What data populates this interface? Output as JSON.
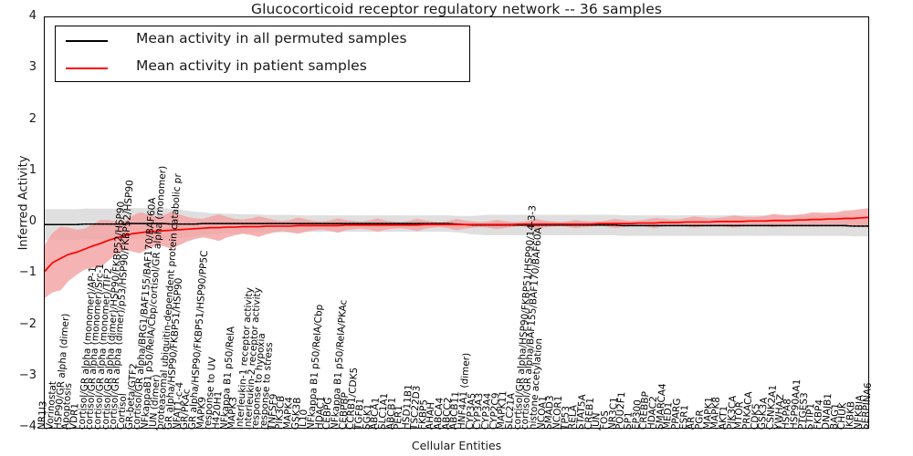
{
  "chart_data": {
    "type": "line",
    "title": "Glucocorticoid receptor regulatory network -- 36 samples",
    "xlabel": "Cellular Entities",
    "ylabel": "Inferred Activity",
    "ylim": [
      -4,
      4
    ],
    "yticks": [
      4,
      3,
      2,
      1,
      0,
      -1,
      -2,
      -3,
      -4
    ],
    "grid": false,
    "legend_position": "upper left",
    "legend": [
      {
        "label": "Mean activity in all permuted samples",
        "color": "#000000"
      },
      {
        "label": "Mean activity in patient samples",
        "color": "#ff0000"
      }
    ],
    "bands": [
      {
        "name": "permuted std band",
        "color": "#d9d9d9",
        "opacity": 0.85
      },
      {
        "name": "patient std band",
        "color": "#f4a0a0",
        "opacity": 0.8
      }
    ],
    "series": [
      {
        "name": "Mean activity in all permuted samples",
        "color": "#000000",
        "style": "solid-with-dots",
        "values": [
          -0.04,
          -0.04,
          -0.04,
          -0.04,
          -0.04,
          -0.03,
          -0.03,
          -0.03,
          -0.03,
          -0.03,
          -0.03,
          -0.02,
          -0.02,
          -0.02,
          -0.02,
          -0.02,
          -0.03,
          -0.03,
          -0.03,
          -0.03,
          -0.02,
          -0.02,
          -0.02,
          -0.02,
          -0.02,
          -0.02,
          -0.02,
          -0.02,
          -0.02,
          -0.02,
          -0.02,
          -0.02,
          -0.02,
          -0.02,
          -0.02,
          -0.02,
          -0.02,
          -0.02,
          -0.02,
          -0.02,
          -0.02,
          -0.02,
          -0.02,
          -0.02,
          -0.02,
          -0.02,
          -0.02,
          -0.02,
          -0.02,
          -0.02,
          -0.02,
          -0.02,
          -0.03,
          -0.04,
          -0.05,
          -0.05,
          -0.05,
          -0.05,
          -0.05,
          -0.05,
          -0.05,
          -0.05,
          -0.05,
          -0.05,
          -0.05,
          -0.05,
          -0.05,
          -0.05,
          -0.05,
          -0.05,
          -0.05,
          -0.05,
          -0.05,
          -0.06,
          -0.06,
          -0.06,
          -0.06,
          -0.06,
          -0.06,
          -0.06,
          -0.06,
          -0.06,
          -0.06,
          -0.06,
          -0.06,
          -0.06,
          -0.06,
          -0.06,
          -0.06,
          -0.06,
          -0.06,
          -0.06,
          -0.06,
          -0.06,
          -0.06,
          -0.06,
          -0.06,
          -0.06,
          -0.06,
          -0.06,
          -0.06,
          -0.06,
          -0.07,
          -0.07,
          -0.07
        ],
        "band_halfwidth": [
          0.3,
          0.3,
          0.3,
          0.3,
          0.3,
          0.3,
          0.3,
          0.3,
          0.3,
          0.3,
          0.3,
          0.3,
          0.3,
          0.3,
          0.3,
          0.3,
          0.3,
          0.28,
          0.26,
          0.24,
          0.22,
          0.2,
          0.2,
          0.19,
          0.19,
          0.18,
          0.18,
          0.18,
          0.17,
          0.17,
          0.17,
          0.17,
          0.16,
          0.16,
          0.16,
          0.16,
          0.16,
          0.16,
          0.16,
          0.16,
          0.16,
          0.16,
          0.16,
          0.16,
          0.16,
          0.16,
          0.16,
          0.16,
          0.16,
          0.16,
          0.16,
          0.16,
          0.16,
          0.17,
          0.18,
          0.19,
          0.2,
          0.2,
          0.2,
          0.2,
          0.2,
          0.2,
          0.2,
          0.2,
          0.2,
          0.2,
          0.2,
          0.2,
          0.2,
          0.2,
          0.2,
          0.2,
          0.2,
          0.2,
          0.2,
          0.2,
          0.2,
          0.2,
          0.2,
          0.2,
          0.2,
          0.2,
          0.2,
          0.2,
          0.2,
          0.2,
          0.2,
          0.2,
          0.2,
          0.2,
          0.2,
          0.2,
          0.2,
          0.2,
          0.2,
          0.2,
          0.2,
          0.2,
          0.2,
          0.2,
          0.2,
          0.2,
          0.2,
          0.2,
          0.2
        ]
      },
      {
        "name": "Mean activity in patient samples",
        "color": "#ff0000",
        "style": "solid",
        "values": [
          -0.95,
          -0.78,
          -0.7,
          -0.62,
          -0.58,
          -0.52,
          -0.46,
          -0.41,
          -0.35,
          -0.3,
          -0.26,
          -0.22,
          -0.2,
          -0.18,
          -0.17,
          -0.16,
          -0.15,
          -0.14,
          -0.13,
          -0.12,
          -0.11,
          -0.1,
          -0.1,
          -0.09,
          -0.09,
          -0.08,
          -0.08,
          -0.08,
          -0.07,
          -0.07,
          -0.07,
          -0.07,
          -0.06,
          -0.06,
          -0.06,
          -0.06,
          -0.06,
          -0.06,
          -0.05,
          -0.05,
          -0.05,
          -0.05,
          -0.05,
          -0.05,
          -0.05,
          -0.05,
          -0.05,
          -0.05,
          -0.04,
          -0.04,
          -0.04,
          -0.04,
          -0.04,
          -0.04,
          -0.04,
          -0.04,
          -0.04,
          -0.04,
          -0.04,
          -0.04,
          -0.03,
          -0.03,
          -0.03,
          -0.03,
          -0.03,
          -0.03,
          -0.03,
          -0.03,
          -0.03,
          -0.03,
          -0.02,
          -0.02,
          -0.02,
          -0.02,
          -0.02,
          -0.01,
          -0.01,
          -0.01,
          0.0,
          0.0,
          0.0,
          0.01,
          0.01,
          0.01,
          0.01,
          0.02,
          0.02,
          0.02,
          0.02,
          0.03,
          0.03,
          0.03,
          0.04,
          0.04,
          0.04,
          0.05,
          0.05,
          0.06,
          0.06,
          0.07,
          0.07,
          0.08,
          0.08,
          0.09,
          0.1
        ],
        "band_halfwidth": [
          0.52,
          0.58,
          0.62,
          0.52,
          0.44,
          0.4,
          0.42,
          0.46,
          0.4,
          0.32,
          0.28,
          0.34,
          0.4,
          0.34,
          0.28,
          0.3,
          0.36,
          0.3,
          0.24,
          0.2,
          0.18,
          0.22,
          0.26,
          0.2,
          0.16,
          0.14,
          0.16,
          0.2,
          0.16,
          0.12,
          0.1,
          0.12,
          0.16,
          0.12,
          0.09,
          0.08,
          0.1,
          0.14,
          0.1,
          0.08,
          0.07,
          0.09,
          0.13,
          0.09,
          0.07,
          0.06,
          0.08,
          0.12,
          0.08,
          0.06,
          0.05,
          0.07,
          0.11,
          0.08,
          0.06,
          0.05,
          0.06,
          0.09,
          0.07,
          0.05,
          0.04,
          0.06,
          0.1,
          0.07,
          0.05,
          0.04,
          0.05,
          0.08,
          0.06,
          0.05,
          0.04,
          0.06,
          0.09,
          0.07,
          0.05,
          0.05,
          0.07,
          0.1,
          0.08,
          0.06,
          0.06,
          0.08,
          0.11,
          0.09,
          0.07,
          0.07,
          0.09,
          0.12,
          0.1,
          0.08,
          0.08,
          0.1,
          0.13,
          0.11,
          0.1,
          0.1,
          0.12,
          0.14,
          0.13,
          0.12,
          0.13,
          0.15,
          0.16,
          0.17,
          0.18
        ]
      }
    ],
    "categories": [
      "NR1I3",
      "Vorinostat",
      "HSP90/GR alpha (dimer)",
      "Apoptosis",
      "VDR1",
      "cortisol/GR alpha (monomer)/AP-1",
      "cortisol/GR alpha (monomer)/Src-1",
      "cortisol/GR alpha (monomer)/TIF2",
      "cortisol/GR alpha (dimer)/HSP90/FKBP52/HSP90",
      "cortisol/GR alpha (dimer)/p53/HSP90/FKBP52/HSP90",
      "Cortisol",
      "GR-beta/GTF2",
      "cortisol/GR alpha/BRG1/BAF155/BAF170/BAF60A",
      "NFkappaB1 p50/RelA/Cbp/cortisol/GR alpha (monomer)",
      "JUN (dimer)",
      "proteasomal ubiquitin-dependent protein catabolic pr",
      "GR alpha/HSP90/FKBP51/HSP90",
      "NFAT1-c-4",
      "GR/PKAc",
      "GR alpha/HSP90/FKBP51/HSP90/PP5C",
      "MAPK9",
      "response to UV",
      "H420H1",
      "NFkappa B1 p50/RelA",
      "MAPK3",
      "interleukin-1 receptor activity",
      "interleukin-2 receptor activity",
      "response to hypoxia",
      "response to stress",
      "TNFSF9",
      "PIK3CB",
      "MAPK4",
      "GSK3B",
      "IL10",
      "NFkappa B1 p50/RelA/Cbp",
      "HDAC1",
      "CEBPG",
      "NFkappa B1 p50/RelA/PKAc",
      "CEBPBP",
      "CCRB1/CDK5",
      "TGFB1",
      "SGK1",
      "ABCA1",
      "SLC1A1",
      "ABCB1",
      "PER1",
      "HSD11B1",
      "TSC22D3",
      "FKBP5",
      "AHAH",
      "ABCA4",
      "ABCC2",
      "ABCB11",
      "HNF4A1 (dimer)",
      "CYP3A5",
      "CYP3A3",
      "CYP3A4",
      "CYP2C9",
      "MAPK11",
      "SLC21A",
      "cortisol/GR alpha/HSP90/FKBP51/HSP90/14-3-3",
      "cortisol/GR alpha/BAF155/BAF170/BAF60A",
      "histone acetylation",
      "NCOA1",
      "SMAD3",
      "NCOR1",
      "TP53",
      "RELA",
      "STAT5A",
      "CREB1",
      "JUN",
      "FOS",
      "NR3C1",
      "POU2F1",
      "SP1",
      "EP300",
      "CREBBP",
      "HDAC2",
      "SMARCA4",
      "MED1",
      "PPARG",
      "ESR1",
      "AR",
      "PGR",
      "MAPK1",
      "MAPK8",
      "AKT1",
      "PIK3CA",
      "MTOR",
      "PRKACA",
      "CDK5",
      "GSK3A",
      "CSNK2A1",
      "YWHAZ",
      "HSPA8",
      "HSP90AA1",
      "PTGES3",
      "STIP1",
      "FKBP4",
      "DNAJB1",
      "BAG1",
      "CHUK",
      "IKBKB",
      "NFKBIA",
      "SERPINA6"
    ]
  }
}
